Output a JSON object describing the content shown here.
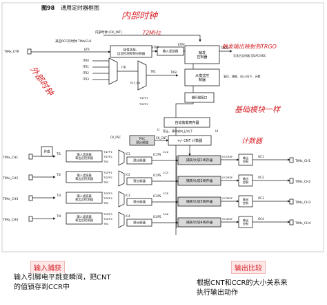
{
  "figure": {
    "number": "图98",
    "title": "通用定时器框图"
  },
  "colors": {
    "line": "#1a1a1a",
    "block_fill": "#ffffff",
    "block_shade": "#d9d9d9",
    "annotation_red": "#d8232a",
    "banner_fill": "#fde7e7"
  },
  "labels": {
    "internal_clock": "内部时钟 (CK_INT)",
    "rcc_source": "来自RCC的时钟 TIMxCLK",
    "timx_etr": "TIMx_ETR",
    "etr": "ETR",
    "etrp": "ETRP",
    "etrf": "ETRF",
    "itr0": "ITR0",
    "itr1": "ITR1",
    "itr2": "ITR2",
    "itr3": "ITR3",
    "itr": "ITR",
    "trc": "TRC",
    "trgi": "TRGI",
    "ti1f_ed": "TI1F_ED",
    "ti1fp1": "TI1FP1",
    "ti2fp2": "TI2FP2",
    "trgo": "TRGO",
    "trgo_dest": "至其它定时器 至DAC/ADC",
    "reset_enable": "复位、使能、向上/向下、计数",
    "ck_psc": "CK_PSC",
    "ck_cnt": "CK_CNT",
    "u_event": "U",
    "ui_event": "UI",
    "polarity_block": "极性选择、边沿检测和预分频器",
    "input_filter": "输入滤波器",
    "trigger_ctrl": "触发控制器",
    "slave_ctrl": "从模式控制器",
    "encoder_if": "编码器接口",
    "auto_reload": "自动装载寄存器",
    "stop_clear": "停止、清除或向上/向下",
    "psc": "PSC",
    "prescaler": "预分频器",
    "cnt": "+/-  CNT 计数器",
    "xor": "异或",
    "ti1": "TI1",
    "ti2": "TI2",
    "ti3": "TI3",
    "ti4": "TI4",
    "filter_edge": "输入滤波器和边沿检测器",
    "ic1": "IC1",
    "ic2": "IC2",
    "ic3": "IC3",
    "ic4": "IC4",
    "ic1ps": "IC1PS",
    "ic2ps": "IC2PS",
    "ic3ps": "IC3PS",
    "ic4ps": "IC4PS",
    "cap_prescaler": "预分频器",
    "ccr1": "捕获/比较1寄存器",
    "ccr2": "捕获/比较2寄存器",
    "ccr3": "捕获/比较3寄存器",
    "ccr4": "捕获/比较4寄存器",
    "out_ctrl": "输出控制",
    "oc1ref": "OC1REF",
    "oc2ref": "OC2REF",
    "oc3ref": "OC3REF",
    "oc4ref": "OC4REF",
    "oc1": "OC1",
    "oc2": "OC2",
    "oc3": "OC3",
    "oc4": "OC4",
    "ch1_in": "TIMx_CH1",
    "ch2_in": "TIMx_CH2",
    "ch3_in": "TIMx_CH3",
    "ch4_in": "TIMx_CH4",
    "ch1_out": "TIMx_CH1",
    "ch2_out": "TIMx_CH2",
    "ch3_out": "TIMx_CH3",
    "ch4_out": "TIMx_CH4",
    "ti1fp1_row": "TI1FP1",
    "ti1fp2_row": "TI1FP2",
    "ti2fp1_row": "TI2FP1",
    "ti2fp2_row": "TI2FP2",
    "ti3fp3_row": "TI3FP3",
    "ti3fp4_row": "TI3FP4",
    "ti4fp3_row": "TI4FP3",
    "ti4fp4_row": "TI4FP4",
    "cc1i": "CC1I",
    "cc2i": "CC2I",
    "cc3i": "CC3I",
    "cc4i": "CC4I"
  },
  "annotations": {
    "handwritten_internal": "内部时钟",
    "handwritten_72mhz": "72MHz",
    "handwritten_external": "外部时钟",
    "handwritten_trgo": "触发输出映射到TRGO",
    "handwritten_base": "基础模块一样",
    "handwritten_counter": "计数器",
    "banner_capture": "输入捕获",
    "banner_compare": "输出比较",
    "callout_capture": "输入引脚电平跳变瞬间，把CNT的值锁存到CCR中",
    "callout_compare": "根据CNT和CCR的大小关系来执行输出动作"
  }
}
